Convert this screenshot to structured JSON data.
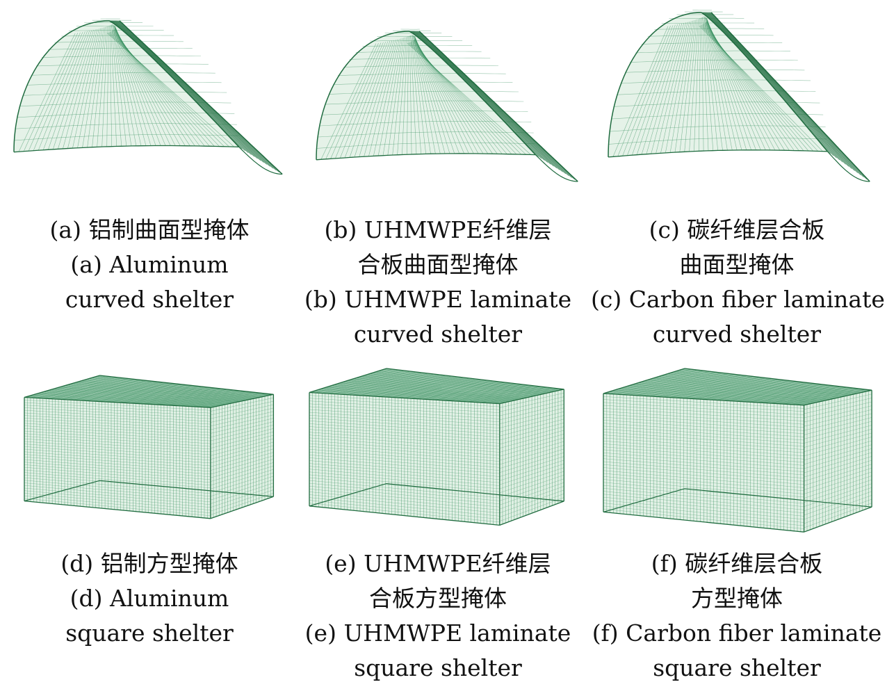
{
  "colors": {
    "mesh": "#2e8b57",
    "mesh_dark": "#1f6b3f",
    "mesh_light": "#cfe8d6",
    "text": "#111111"
  },
  "panels": [
    {
      "id": "a",
      "shape": "dome",
      "caption": [
        "(a) 铝制曲面型掩体",
        "(a) Aluminum",
        "curved shelter"
      ]
    },
    {
      "id": "b",
      "shape": "dome",
      "caption": [
        "(b) UHMWPE纤维层",
        "合板曲面型掩体",
        "(b) UHMWPE laminate",
        "curved shelter"
      ]
    },
    {
      "id": "c",
      "shape": "dome",
      "caption": [
        "(c) 碳纤维层合板",
        "曲面型掩体",
        "(c) Carbon fiber laminate",
        "curved shelter"
      ]
    },
    {
      "id": "d",
      "shape": "box",
      "caption": [
        "(d) 铝制方型掩体",
        "(d) Aluminum",
        "square shelter"
      ]
    },
    {
      "id": "e",
      "shape": "box",
      "caption": [
        "(e) UHMWPE纤维层",
        "合板方型掩体",
        "(e) UHMWPE laminate",
        "square shelter"
      ]
    },
    {
      "id": "f",
      "shape": "box",
      "caption": [
        "(f) 碳纤维层合板",
        "方型掩体",
        "(f) Carbon fiber laminate",
        "square shelter"
      ]
    }
  ]
}
